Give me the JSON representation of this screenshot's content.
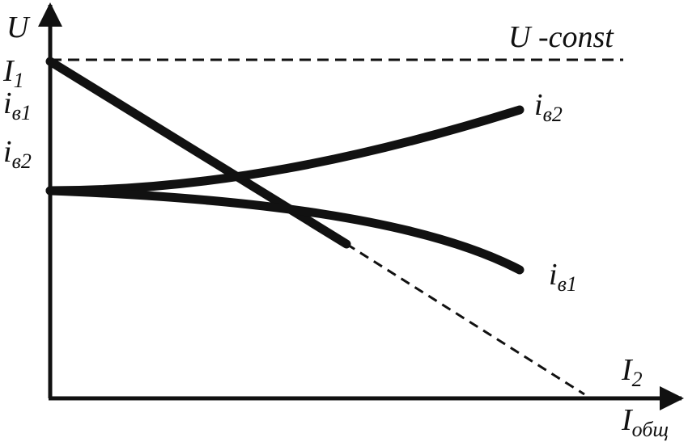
{
  "diagram": {
    "axis_y_label": "U",
    "axis_x_label": {
      "main": "I",
      "sub": "общ"
    },
    "label_I1": {
      "main": "I",
      "sub": "1"
    },
    "label_iv1_left": {
      "main": "i",
      "sub": "в1"
    },
    "label_iv2_left": {
      "main": "i",
      "sub": "в2"
    },
    "label_U_const": "U -const",
    "label_iv2_curve": {
      "main": "i",
      "sub": "в2"
    },
    "label_iv1_curve": {
      "main": "i",
      "sub": "в1"
    },
    "label_I2": {
      "main": "I",
      "sub": "2"
    },
    "colors": {
      "ink": "#111111",
      "background": "#ffffff"
    }
  }
}
